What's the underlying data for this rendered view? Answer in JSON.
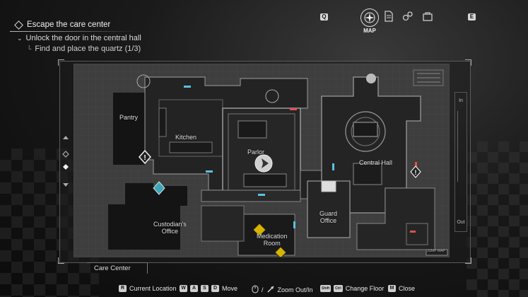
{
  "objectives": {
    "main": "Escape the care center",
    "sub1": "Unlock the door in the central hall",
    "sub2": "Find and place the quartz (1/3)"
  },
  "topbar": {
    "left_key": "Q",
    "right_key": "E",
    "active_tab_label": "MAP",
    "icons": [
      "map-compass-icon",
      "file-icon",
      "items-icon",
      "inventory-icon"
    ]
  },
  "map": {
    "rooms": {
      "pantry": "Pantry",
      "kitchen": "Kitchen",
      "parlor": "Parlor",
      "central_hall": "Central Hall",
      "custodians_office_line1": "Custodian's",
      "custodians_office_line2": "Office",
      "guard_office_line1": "Guard",
      "guard_office_line2": "Office",
      "medication_room_line1": "Medication",
      "medication_room_line2": "Room"
    },
    "area_name": "Care Center",
    "scale_in": "In",
    "scale_out": "Out",
    "minimap_tag": "JUMP MAP"
  },
  "controls": {
    "current_location_key": "R",
    "current_location_label": "Current Location",
    "move_keys": [
      "W",
      "A",
      "S",
      "D"
    ],
    "move_label": "Move",
    "zoom_label": "Zoom Out/In",
    "change_floor_keys": [
      "Shift",
      "Ctrl"
    ],
    "change_floor_label": "Change Floor",
    "close_key": "M",
    "close_label": "Close"
  },
  "colors": {
    "door_blue": "#5cc0e0",
    "door_red": "#e05050",
    "item_yellow": "#d8b400",
    "marker_teal": "#3aa7b8"
  }
}
